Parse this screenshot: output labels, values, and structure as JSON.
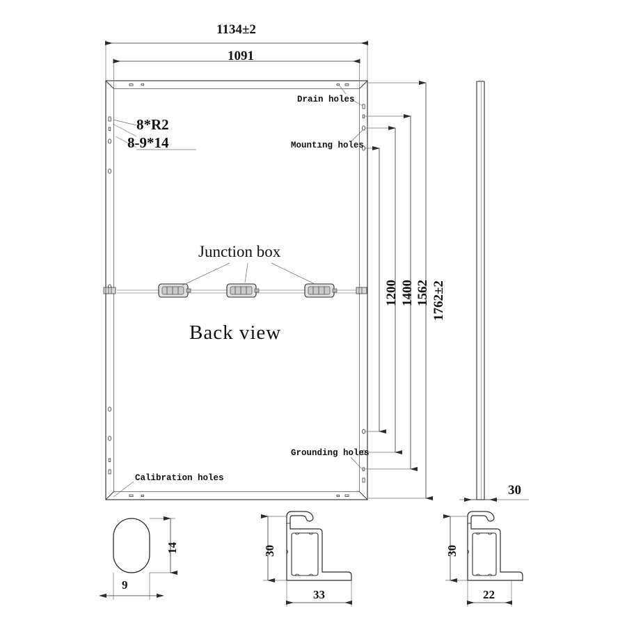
{
  "drawing": {
    "title_main": "Back view",
    "views": {
      "back_view_label": "Back view",
      "junction_box_label": "Junction box"
    },
    "callouts": {
      "drain_holes": "Drain holes",
      "mounting_holes": "Mountıng holes",
      "grounding_holes": "Grounding holes",
      "calibration_holes": "Calibration holes",
      "corner_radius": "8*R2",
      "slot_spec": "8-9*14"
    },
    "dimensions": {
      "overall_width": "1134±2",
      "inner_width": "1091",
      "v_1200": "1200",
      "v_1400": "1400",
      "v_1562": "1562",
      "overall_height": "1762±2",
      "side_thickness": "30",
      "slot_height": "14",
      "slot_width": "9",
      "frame_long_height": "30",
      "frame_long_width": "33",
      "frame_short_height": "30",
      "frame_short_width": "22"
    }
  },
  "style": {
    "line_color": "#2b2b2b",
    "thin_color": "#7a7a7a",
    "background": "#ffffff"
  }
}
